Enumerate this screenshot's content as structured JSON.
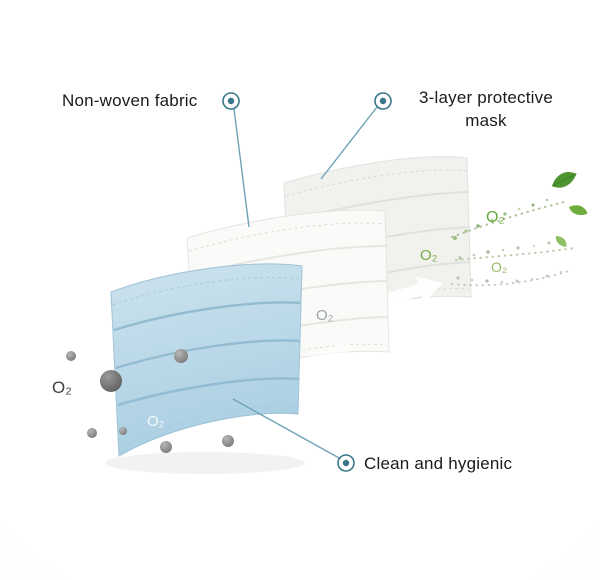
{
  "labels": {
    "non_woven": "Non-woven fabric",
    "three_layer_line1": "3-layer protective",
    "three_layer_line2": "mask",
    "clean": "Clean and hygienic"
  },
  "o2_labels": {
    "left": "O₂",
    "front_mask": "O₂",
    "middle_mask": "O₂",
    "back_mask": "O₂",
    "air_top": "O₂",
    "air_bottom": "O₂"
  },
  "colors": {
    "callout_line": "#6fa3b5",
    "callout_dot": "#39768a",
    "mask_white_back": "#f1f1ee",
    "mask_white_mid": "#fafaf8",
    "mask_blue_top": "#cde3ee",
    "mask_blue_bottom": "#aacfe2",
    "o2_green": "#69a83c",
    "o2_gray": "#9aa3a4",
    "particle_gray": "#8b8b8b",
    "leaf_green": "#4e9430",
    "text_dark": "#1b1b1b"
  }
}
